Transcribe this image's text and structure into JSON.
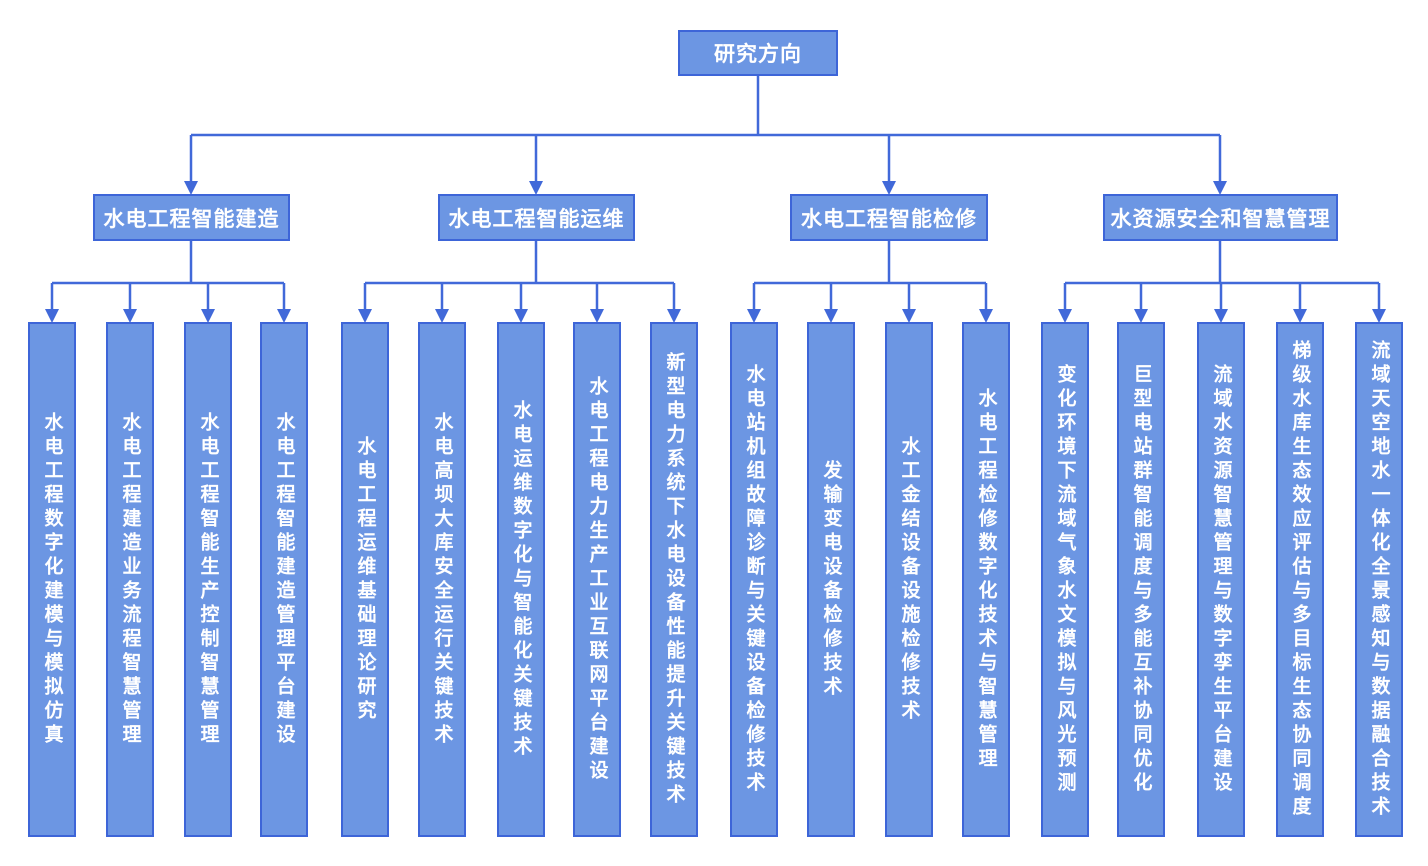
{
  "chart": {
    "title_hint": "research-directions-org-chart",
    "root_label": "研究方向",
    "groups": [
      {
        "label": "水电工程智能建造",
        "children": [
          "水电工程数字化建模与模拟仿真",
          "水电工程建造业务流程智慧管理",
          "水电工程智能生产控制智慧管理",
          "水电工程智能建造管理平台建设"
        ]
      },
      {
        "label": "水电工程智能运维",
        "children": [
          "水电工程运维基础理论研究",
          "水电高坝大库安全运行关键技术",
          "水电运维数字化与智能化关键技术",
          "水电工程电力生产工业互联网平台建设",
          "新型电力系统下水电设备性能提升关键技术"
        ]
      },
      {
        "label": "水电工程智能检修",
        "children": [
          "水电站机组故障诊断与关键设备检修技术",
          "发输变电设备检修技术",
          "水工金结设备设施检修技术",
          "水电工程检修数字化技术与智慧管理"
        ]
      },
      {
        "label": "水资源安全和智慧管理",
        "children": [
          "变化环境下流域气象水文模拟与风光预测",
          "巨型电站群智能调度与多能互补协同优化",
          "流域水资源智慧管理与数字孪生平台建设",
          "梯级水库生态效应评估与多目标生态协同调度",
          "流域天空地水一体化全景感知与数据融合技术"
        ]
      }
    ],
    "colors": {
      "node_fill": "#6C96E3",
      "node_border": "#3D65D8",
      "connector": "#4169D9",
      "text": "#FFFFFF",
      "background": "#FFFFFF"
    }
  }
}
